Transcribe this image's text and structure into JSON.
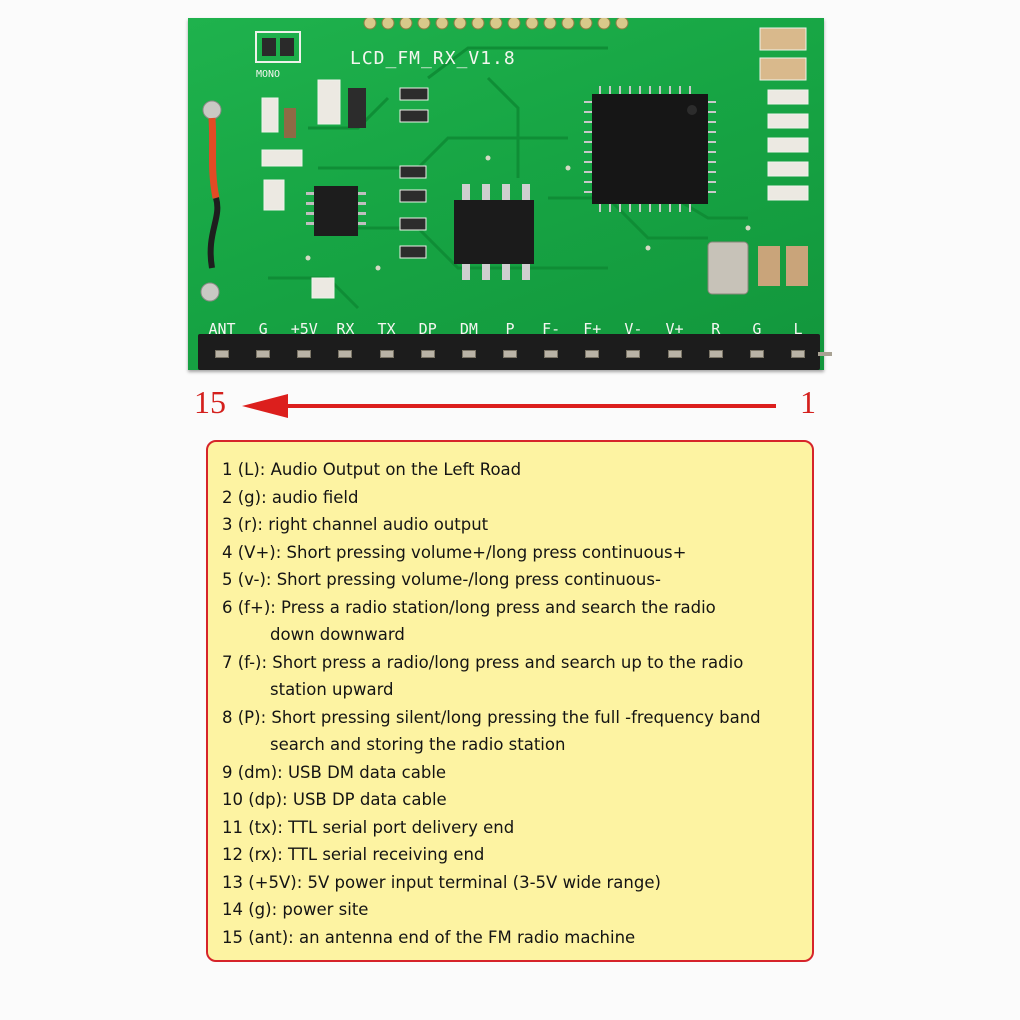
{
  "board": {
    "title": "LCD_FM_RX_V1.8",
    "mono_label": "MONO",
    "pins": [
      "ANT",
      "G",
      "+5V",
      "RX",
      "TX",
      "DP",
      "DM",
      "P",
      "F-",
      "F+",
      "V-",
      "V+",
      "R",
      "G",
      "L"
    ]
  },
  "arrow": {
    "start_label": "15",
    "end_label": "1"
  },
  "legend": [
    {
      "text": "1 (L): Audio Output on the Left Road"
    },
    {
      "text": "2 (g): audio field"
    },
    {
      "text": "3 (r): right channel audio output"
    },
    {
      "text": "4 (V+): Short pressing volume+/long press continuous+"
    },
    {
      "text": "5 (v-): Short pressing volume-/long press continuous-"
    },
    {
      "text": "6 (f+): Press a radio station/long press and search the radio",
      "cont": "down downward"
    },
    {
      "text": "7 (f-): Short press a radio/long press and search up to the radio",
      "cont": "station upward"
    },
    {
      "text": "8 (P): Short pressing silent/long pressing the full -frequency band",
      "cont": "search and storing the radio station"
    },
    {
      "text": "9 (dm): USB DM data cable"
    },
    {
      "text": "10 (dp): USB DP data cable"
    },
    {
      "text": "11 (tx): TTL serial port delivery end"
    },
    {
      "text": "12 (rx): TTL serial receiving end"
    },
    {
      "text": "13 (+5V): 5V power input terminal (3-5V wide range)"
    },
    {
      "text": "14 (g): power site"
    },
    {
      "text": "15 (ant): an antenna end of the FM radio machine"
    }
  ]
}
